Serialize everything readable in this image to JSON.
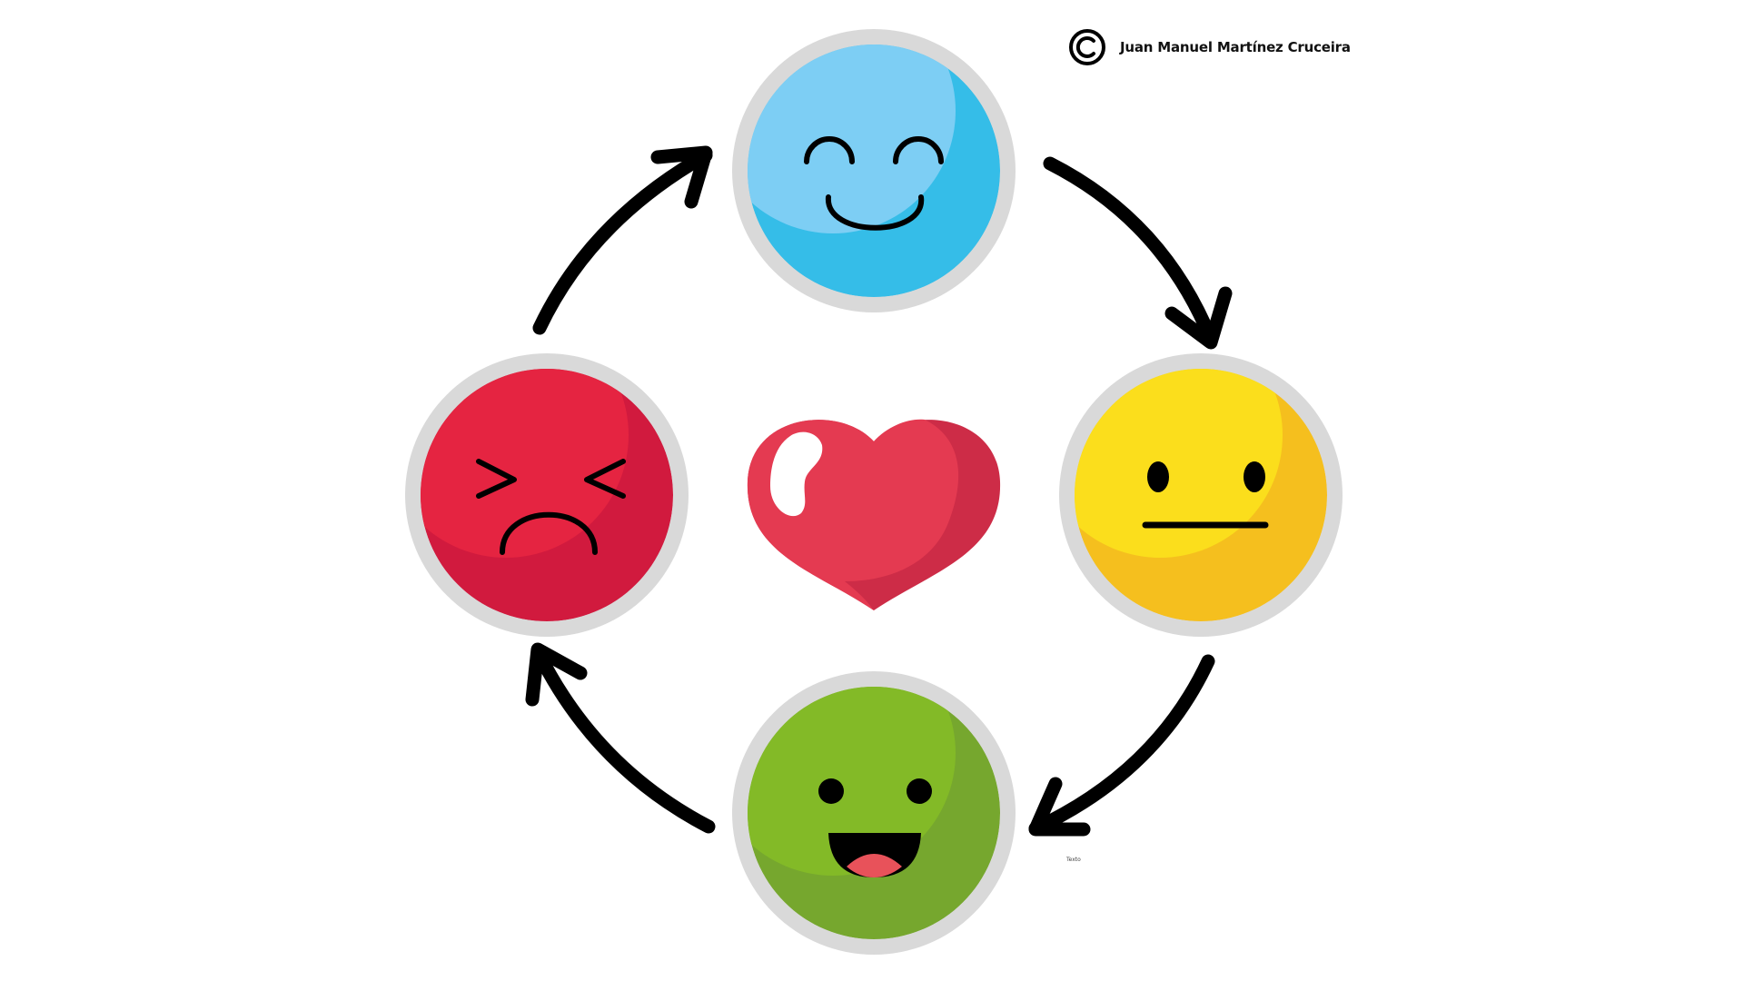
{
  "credit": {
    "icon": "copyright-icon",
    "author": "Juan Manuel Martínez Cruceira"
  },
  "small_label": "Texto",
  "center": {
    "icon": "heart-icon"
  },
  "emotions": [
    {
      "id": "happy",
      "expression": "smiling-closed-eyes",
      "color": "#35BDE8",
      "highlight": "#7DCEF4"
    },
    {
      "id": "neutral",
      "expression": "neutral",
      "color": "#F5BF1E",
      "highlight": "#FBDE1C"
    },
    {
      "id": "joyful",
      "expression": "laughing-open-mouth",
      "color": "#76A72E",
      "highlight": "#83BA27"
    },
    {
      "id": "angry",
      "expression": "squinting-frown",
      "color": "#D11A3E",
      "highlight": "#E52441"
    }
  ],
  "cycle": {
    "direction": "clockwise",
    "arrows": 4
  },
  "colors": {
    "ring": "#D9D9D9",
    "ink": "#000000",
    "heart": "#E43A51",
    "heart_shade": "#CD2C47",
    "tongue": "#E8525A"
  }
}
